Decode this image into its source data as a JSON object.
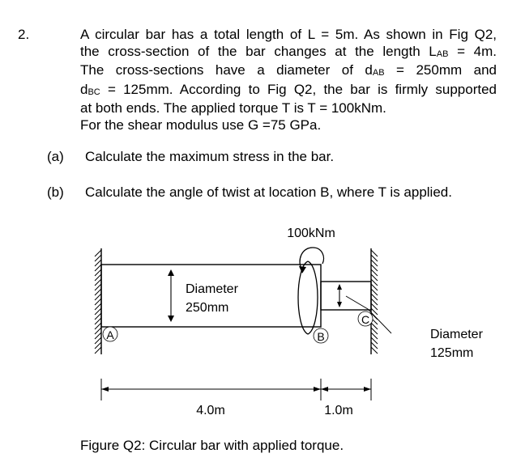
{
  "question": {
    "number": "2.",
    "lines": [
      "A circular bar has a total length of L = 5m. As shown in Fig Q2,",
      "the cross-section of the bar changes at the length L",
      "The cross-sections have a diameter of d",
      "d",
      "at both ends. The applied torque T is T = 100kNm.",
      "For the shear modulus use G =75 GPa."
    ],
    "sub_AB": "AB",
    "sub_BC": "BC",
    "line2_tail": " = 4m.",
    "line3_tail": " = 250mm and",
    "line4_tail": " = 125mm. According to Fig Q2, the bar is firmly supported"
  },
  "parts": [
    {
      "label": "(a)",
      "text": "Calculate the maximum stress in the bar."
    },
    {
      "label": "(b)",
      "text": "Calculate the angle of twist at location B, where T is applied."
    }
  ],
  "figure": {
    "torque_label": "100kNm",
    "diameter_large_line1": "Diameter",
    "diameter_large_line2": "250mm",
    "diameter_small_line1": "Diameter",
    "diameter_small_line2": "125mm",
    "point_a": "A",
    "point_b": "B",
    "point_c": "C",
    "length_ab": "4.0m",
    "length_bc": "1.0m",
    "caption": "Figure Q2: Circular bar with applied torque."
  }
}
